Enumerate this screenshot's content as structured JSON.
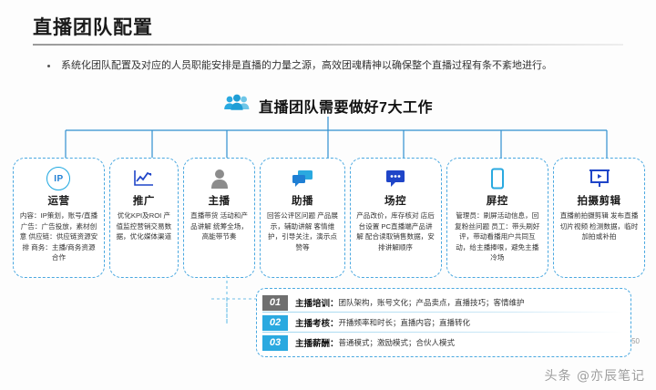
{
  "slide": {
    "title": "直播团队配置",
    "bullet": "系统化团队配置及对应的人员职能安排是直播的力量之源，高效团魂精神以确保整个直播过程有条不紊地进行。",
    "center_heading": "直播团队需要做好7大工作",
    "page_number": "50",
    "watermark": "头条 @亦辰笔记",
    "accent_color": "#2aa9e0",
    "icon_blue": "#1f45c8",
    "dash_border_color": "#4aa8e0"
  },
  "cards": [
    {
      "icon": "ip-badge-icon",
      "icon_text": "IP",
      "title": "运营",
      "body": "内容：IP策划，账号/直播 广告：广告投放，素材创意 供应链：供应链资源安排 商务：主播/商务资源合作"
    },
    {
      "icon": "line-chart-up-icon",
      "title": "推广",
      "body": "优化KPI及ROI 产值监控营销交易数据，优化媒体渠道"
    },
    {
      "icon": "person-silhouette-icon",
      "title": "主播",
      "body": "直播带货 活动和产品讲解 统筹全场，高能带节奏"
    },
    {
      "icon": "chat-bubbles-icon",
      "title": "助播",
      "body": "回答公评区问题 产品展示，辅助讲解 客情维护，引导关注，演示点赞等"
    },
    {
      "icon": "speech-bubble-dots-icon",
      "title": "场控",
      "body": "产品改价，库存核对 店后台设置 PC直播端产品讲解 配合读取销售数据，安排讲解顺序"
    },
    {
      "icon": "mobile-phone-icon",
      "title": "屏控",
      "body": "管理员：刷屏活动信息，回复粉丝问题 员工：带头刷好评，带动看播用户共同互动，给主播捧哏，避免主播冷场"
    },
    {
      "icon": "video-presentation-icon",
      "title": "拍摄剪辑",
      "body": "直播前拍摄剪辑 发布直播切片视频 检测数据，临时加拍或补拍"
    }
  ],
  "bottom_panel": {
    "rows": [
      {
        "num": "01",
        "label": "主播培训：",
        "text": "团队架构，账号文化；产品卖点，直播技巧；客情维护",
        "num_style": "gray"
      },
      {
        "num": "02",
        "label": "主播考核：",
        "text": "开播频率和时长；直播内容；直播转化",
        "num_style": "blue"
      },
      {
        "num": "03",
        "label": "主播薪酬：",
        "text": "普通模式；激励模式；合伙人模式",
        "num_style": "blue"
      }
    ]
  }
}
